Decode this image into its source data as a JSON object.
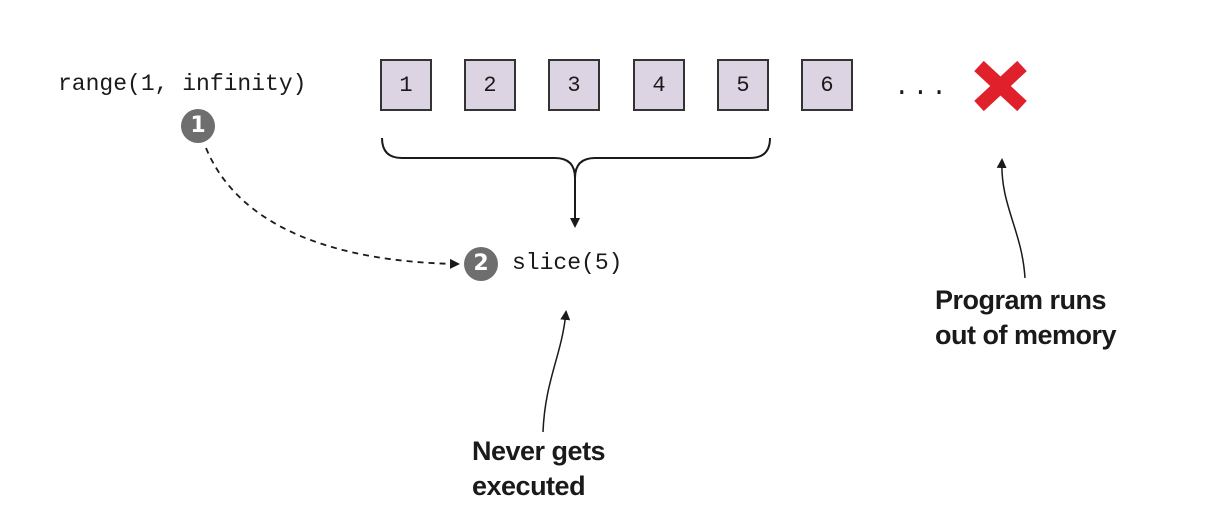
{
  "range_call": "range(1, infinity)",
  "slice_call": "slice(5)",
  "sequence": [
    "1",
    "2",
    "3",
    "4",
    "5",
    "6"
  ],
  "ellipsis": "...",
  "markers": [
    "1",
    "2"
  ],
  "notes": {
    "never_executed": [
      "Never gets",
      "executed"
    ],
    "out_of_memory": [
      "Program runs",
      "out of memory"
    ]
  },
  "colors": {
    "cell_fill": "#dcd3e3",
    "marker_fill": "#6e6e6e",
    "cross": "#e0202a"
  },
  "icons": {
    "failure": "cross-icon"
  }
}
